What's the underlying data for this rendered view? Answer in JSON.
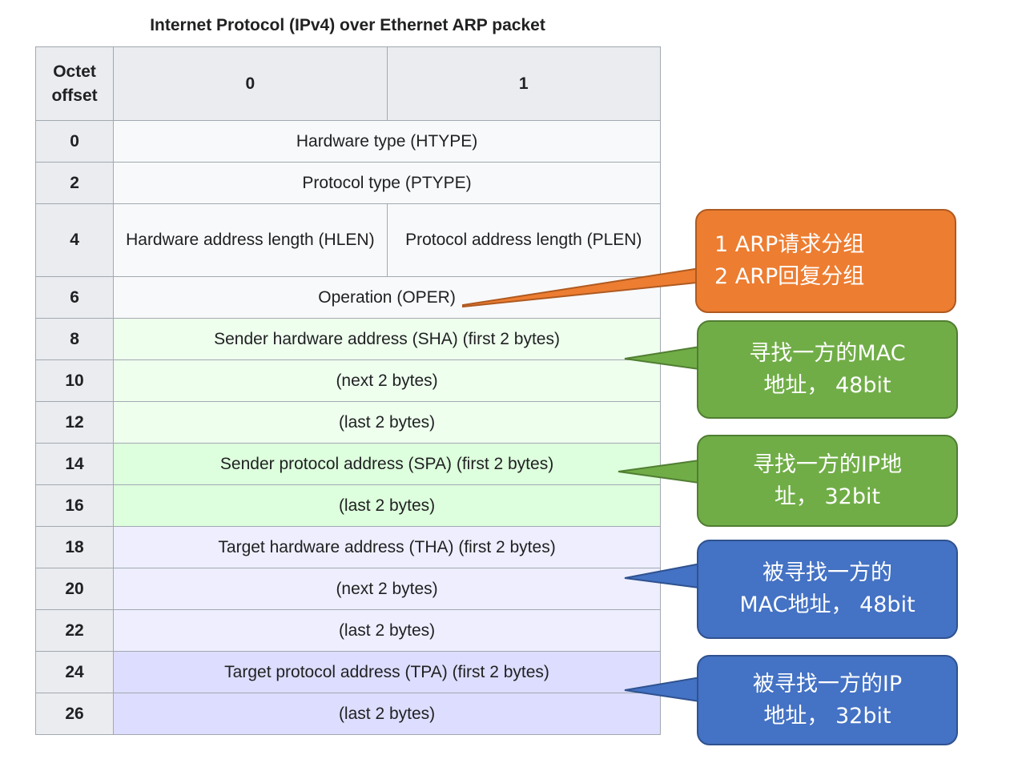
{
  "caption": "Internet Protocol (IPv4) over Ethernet ARP packet",
  "header": {
    "offset_label": "Octet offset",
    "byte0": "0",
    "byte1": "1"
  },
  "rows": [
    {
      "offset": "0",
      "field": "Hardware type (HTYPE)"
    },
    {
      "offset": "2",
      "field": "Protocol type (PTYPE)"
    },
    {
      "offset": "4",
      "field_left": "Hardware address length (HLEN)",
      "field_right": "Protocol address length (PLEN)"
    },
    {
      "offset": "6",
      "field": "Operation (OPER)"
    },
    {
      "offset": "8",
      "field": "Sender hardware address (SHA) (first 2 bytes)"
    },
    {
      "offset": "10",
      "field": "(next 2 bytes)"
    },
    {
      "offset": "12",
      "field": "(last 2 bytes)"
    },
    {
      "offset": "14",
      "field": "Sender protocol address (SPA) (first 2 bytes)"
    },
    {
      "offset": "16",
      "field": "(last 2 bytes)"
    },
    {
      "offset": "18",
      "field": "Target hardware address (THA) (first 2 bytes)"
    },
    {
      "offset": "20",
      "field": "(next 2 bytes)"
    },
    {
      "offset": "22",
      "field": "(last 2 bytes)"
    },
    {
      "offset": "24",
      "field": "Target protocol address (TPA) (first 2 bytes)"
    },
    {
      "offset": "26",
      "field": "(last 2 bytes)"
    }
  ],
  "callouts": {
    "oper": "1 ARP请求分组\n2 ARP回复分组",
    "sha": "寻找一方的MAC\n地址， 48bit",
    "spa": "寻找一方的IP地\n址， 32bit",
    "tha": "被寻找一方的\nMAC地址， 48bit",
    "tpa": "被寻找一方的IP\n地址， 32bit"
  },
  "colors": {
    "header_bg": "#eaecf0",
    "base_bg": "#f8f9fa",
    "sha_bg": "#eeffee",
    "spa_bg": "#ddffdd",
    "tha_bg": "#eeeeff",
    "tpa_bg": "#ddddff",
    "callout_orange": "#ed7d31",
    "callout_green": "#70ad47",
    "callout_blue": "#4472c4"
  }
}
